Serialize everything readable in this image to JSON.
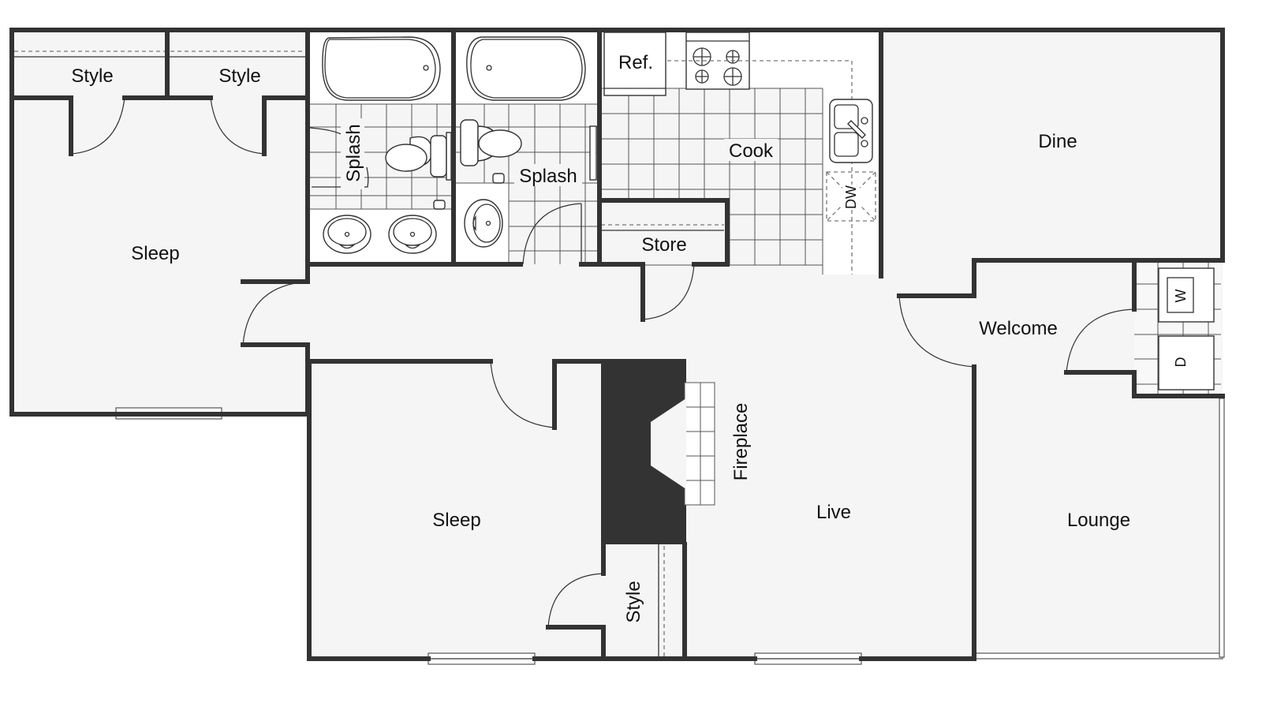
{
  "floorplan": {
    "colors": {
      "wall": "#333333",
      "floor": "#f5f5f5",
      "background": "#ffffff",
      "fireplace": "#333333"
    },
    "rooms": {
      "closet_1": "Style",
      "closet_2": "Style",
      "sleep_1": "Sleep",
      "bath_1": "Splash",
      "bath_2": "Splash",
      "kitchen": "Cook",
      "refrigerator": "Ref.",
      "dishwasher": "DW",
      "storage": "Store",
      "dining": "Dine",
      "entry": "Welcome",
      "washer": "W",
      "dryer": "D",
      "sleep_2": "Sleep",
      "closet_3": "Style",
      "fireplace": "Fireplace",
      "living": "Live",
      "lounge": "Lounge"
    }
  }
}
